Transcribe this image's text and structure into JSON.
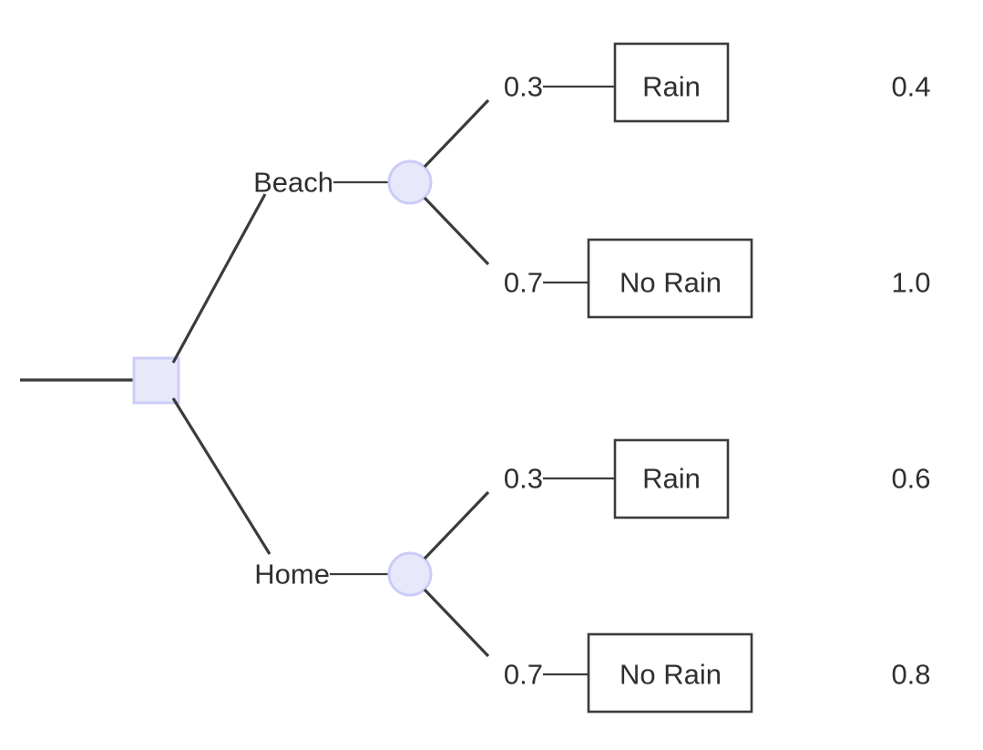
{
  "diagram": {
    "type": "decision-tree",
    "root": {
      "node_type": "decision",
      "shape": "square"
    },
    "branches": [
      {
        "label": "Beach",
        "chance_node": {
          "node_type": "chance",
          "shape": "circle"
        },
        "outcomes": [
          {
            "probability": "0.3",
            "label": "Rain",
            "payoff": "0.4"
          },
          {
            "probability": "0.7",
            "label": "No Rain",
            "payoff": "1.0"
          }
        ]
      },
      {
        "label": "Home",
        "chance_node": {
          "node_type": "chance",
          "shape": "circle"
        },
        "outcomes": [
          {
            "probability": "0.3",
            "label": "Rain",
            "payoff": "0.6"
          },
          {
            "probability": "0.7",
            "label": "No Rain",
            "payoff": "0.8"
          }
        ]
      }
    ],
    "colors": {
      "node_fill": "#e8e8fb",
      "node_border": "#ccccf7",
      "line": "#3b3b3b",
      "text": "#2f2f2f",
      "box_fill": "#ffffff",
      "background": "#ffffff"
    }
  }
}
